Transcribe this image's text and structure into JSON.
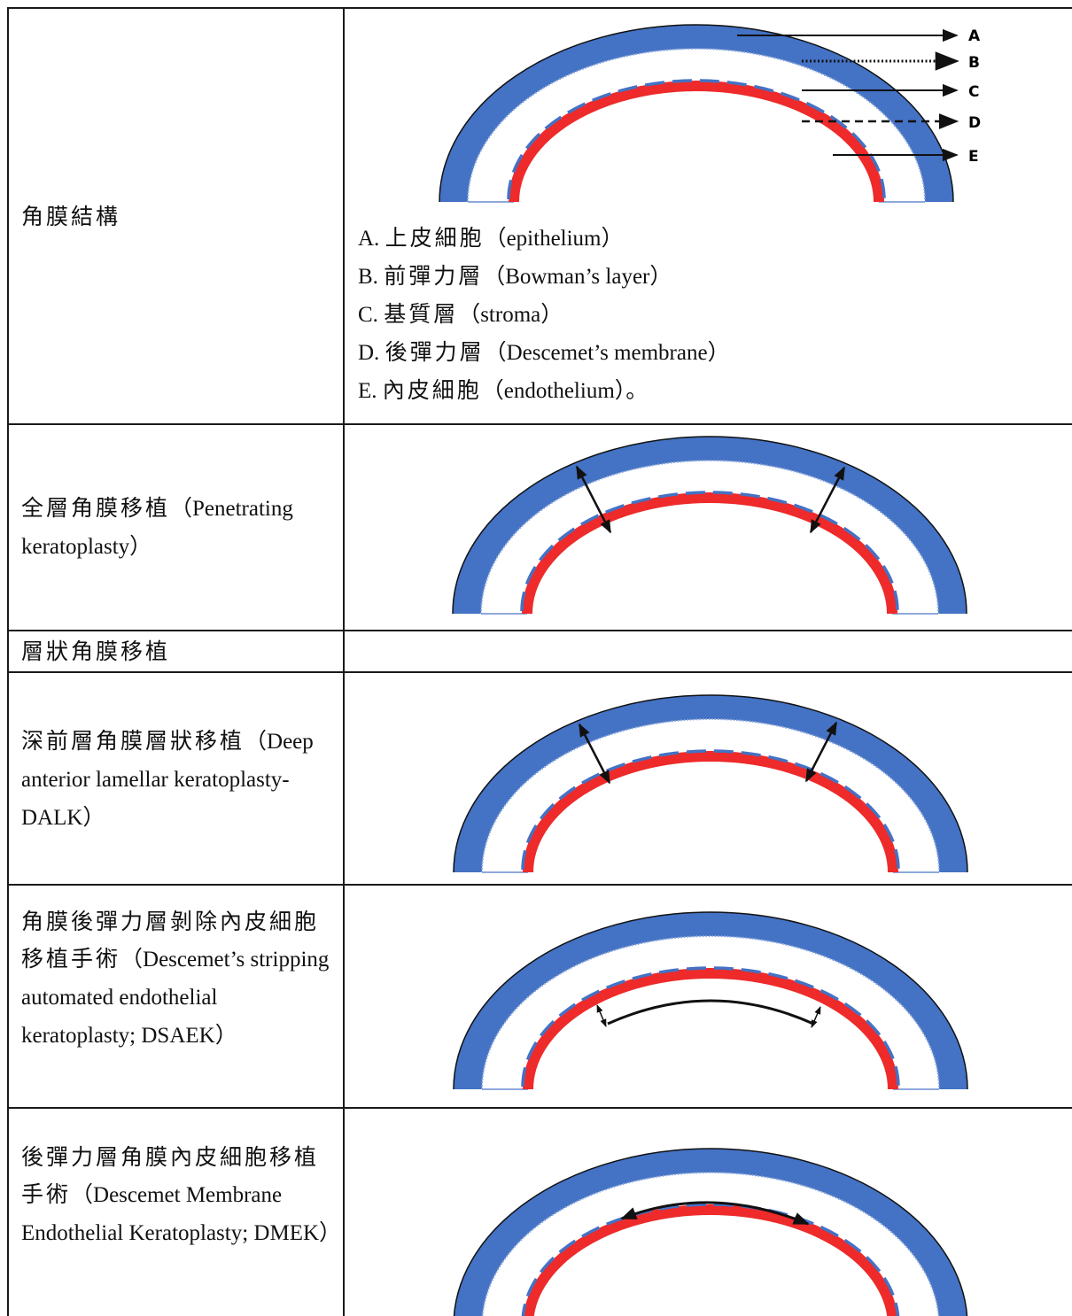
{
  "rows": [
    {
      "label_zh": "角膜結構",
      "label_en": ""
    },
    {
      "label_zh": "全層角膜移植",
      "label_en": "（Penetrating keratoplasty）"
    },
    {
      "label_zh": "層狀角膜移植",
      "label_en": ""
    },
    {
      "label_zh": "深前層角膜層狀移植",
      "label_en": "（Deep anterior lamellar keratoplasty-DALK）"
    },
    {
      "label_zh": "角膜後彈力層剝除內皮細胞移植手術",
      "label_en": "（Descemet’s stripping automated endothelial keratoplasty; DSAEK）"
    },
    {
      "label_zh": "後彈力層角膜內皮細胞移植手術",
      "label_en": "（Descemet Membrane Endothelial Keratoplasty; DMEK）"
    }
  ],
  "legend": [
    {
      "prefix": "A. ",
      "zh": "上皮細胞",
      "en": "（epithelium）"
    },
    {
      "prefix": "B. ",
      "zh": "前彈力層",
      "en": "（Bowman’s layer）"
    },
    {
      "prefix": "C. ",
      "zh": "基質層",
      "en": "（stroma）"
    },
    {
      "prefix": "D. ",
      "zh": "後彈力層",
      "en": "（Descemet’s membrane）"
    },
    {
      "prefix": "E. ",
      "zh": "內皮細胞",
      "en": "（endothelium）。"
    }
  ],
  "layer_letters": [
    "A",
    "B",
    "C",
    "D",
    "E"
  ],
  "colors": {
    "stroma_outer": "#4472c4",
    "endothelium": "#ee2a2a",
    "descemet_dash": "#4472c4",
    "border": "#1a1a1a"
  }
}
